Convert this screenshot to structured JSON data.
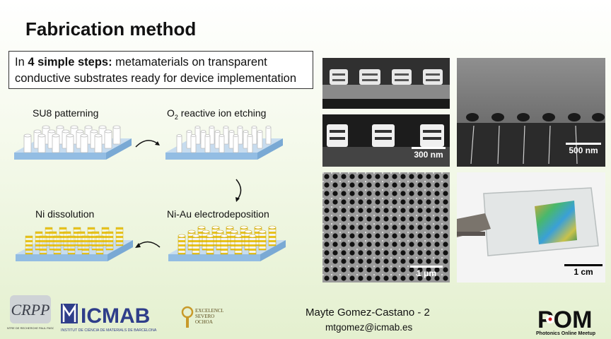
{
  "slide": {
    "title": "Fabrication method",
    "intro": {
      "prefix": "In ",
      "bold": "4 simple steps:",
      "rest": " metamaterials on transparent conductive substrates ready for device implementation"
    }
  },
  "steps": [
    {
      "label": "SU8 patterning"
    },
    {
      "label_main": "O",
      "label_sub": "2",
      "label_rest": " reactive ion etching"
    },
    {
      "label": "Ni-Au electrodeposition"
    },
    {
      "label": "Ni dissolution"
    }
  ],
  "images": {
    "scale_300": "300 nm",
    "scale_500": "500 nm",
    "scale_1um": "1 μm",
    "scale_1cm": "1 cm"
  },
  "footer": {
    "presenter": "Mayte Gomez-Castano - 2",
    "email": "mtgomez@icmab.es"
  },
  "logos": {
    "crpp_text": "CRPP",
    "crpp_sub": "CENTRE DE RECHERCHE PAUL PASCAL",
    "icmab_text": "ICMAB",
    "icmab_sub": "INSTITUT DE CIÈNCIA DE MATERIALS DE BARCELONA",
    "excelencia": [
      "EXCELENCIA",
      "SEVERO",
      "OCHOA"
    ],
    "pom_text": "POM",
    "pom_sub": "Photonics Online Meetup"
  },
  "colors": {
    "substrate": "#a9c9e6",
    "pillar": "#f2f2f2",
    "gold": "#e8c31d",
    "background_accent": "#e4f0cf"
  }
}
